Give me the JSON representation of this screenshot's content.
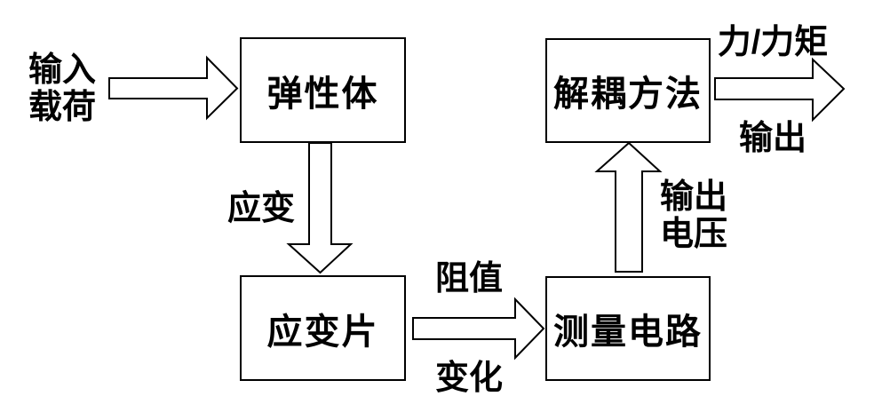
{
  "diagram": {
    "boxes": [
      {
        "id": "elastic-body",
        "label": "弹性体"
      },
      {
        "id": "decoupling-method",
        "label": "解耦方法"
      },
      {
        "id": "strain-gauge",
        "label": "应变片"
      },
      {
        "id": "measurement-circuit",
        "label": "测量电路"
      }
    ],
    "labels": {
      "input_load_line1": "输入",
      "input_load_line2": "载荷",
      "strain": "应变",
      "resistance_line1": "阻值",
      "resistance_line2": "变化",
      "output_voltage_line1": "输出",
      "output_voltage_line2": "电压",
      "force_torque": "力/力矩",
      "final_output": "输出"
    },
    "arrows": [
      {
        "id": "input-arrow",
        "direction": "right",
        "from": "input-load",
        "to": "elastic-body"
      },
      {
        "id": "strain-arrow",
        "direction": "down",
        "from": "elastic-body",
        "to": "strain-gauge"
      },
      {
        "id": "resistance-arrow",
        "direction": "right",
        "from": "strain-gauge",
        "to": "measurement-circuit"
      },
      {
        "id": "voltage-arrow",
        "direction": "up",
        "from": "measurement-circuit",
        "to": "decoupling-method"
      },
      {
        "id": "output-arrow",
        "direction": "right",
        "from": "decoupling-method",
        "to": "output"
      }
    ],
    "colors": {
      "line": "#000000",
      "fill": "#ffffff",
      "background": "#ffffff"
    }
  }
}
